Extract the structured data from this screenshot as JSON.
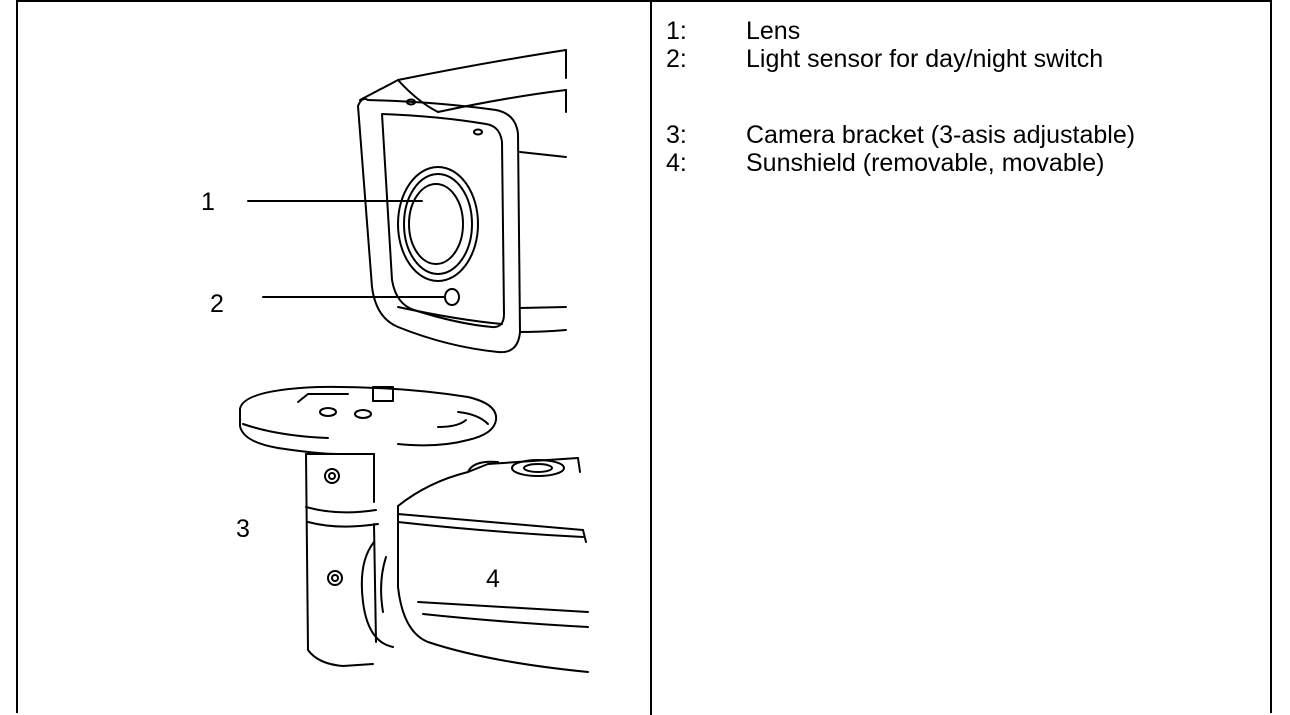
{
  "figure": {
    "callouts": [
      "1",
      "2",
      "3",
      "4"
    ]
  },
  "legend": {
    "items": [
      {
        "number": "1:",
        "text": "Lens"
      },
      {
        "number": "2:",
        "text": "Light sensor for day/night switch"
      },
      {
        "number": "3:",
        "text": "Camera bracket (3-asis adjustable)"
      },
      {
        "number": "4:",
        "text": "Sunshield (removable, movable)"
      }
    ]
  }
}
